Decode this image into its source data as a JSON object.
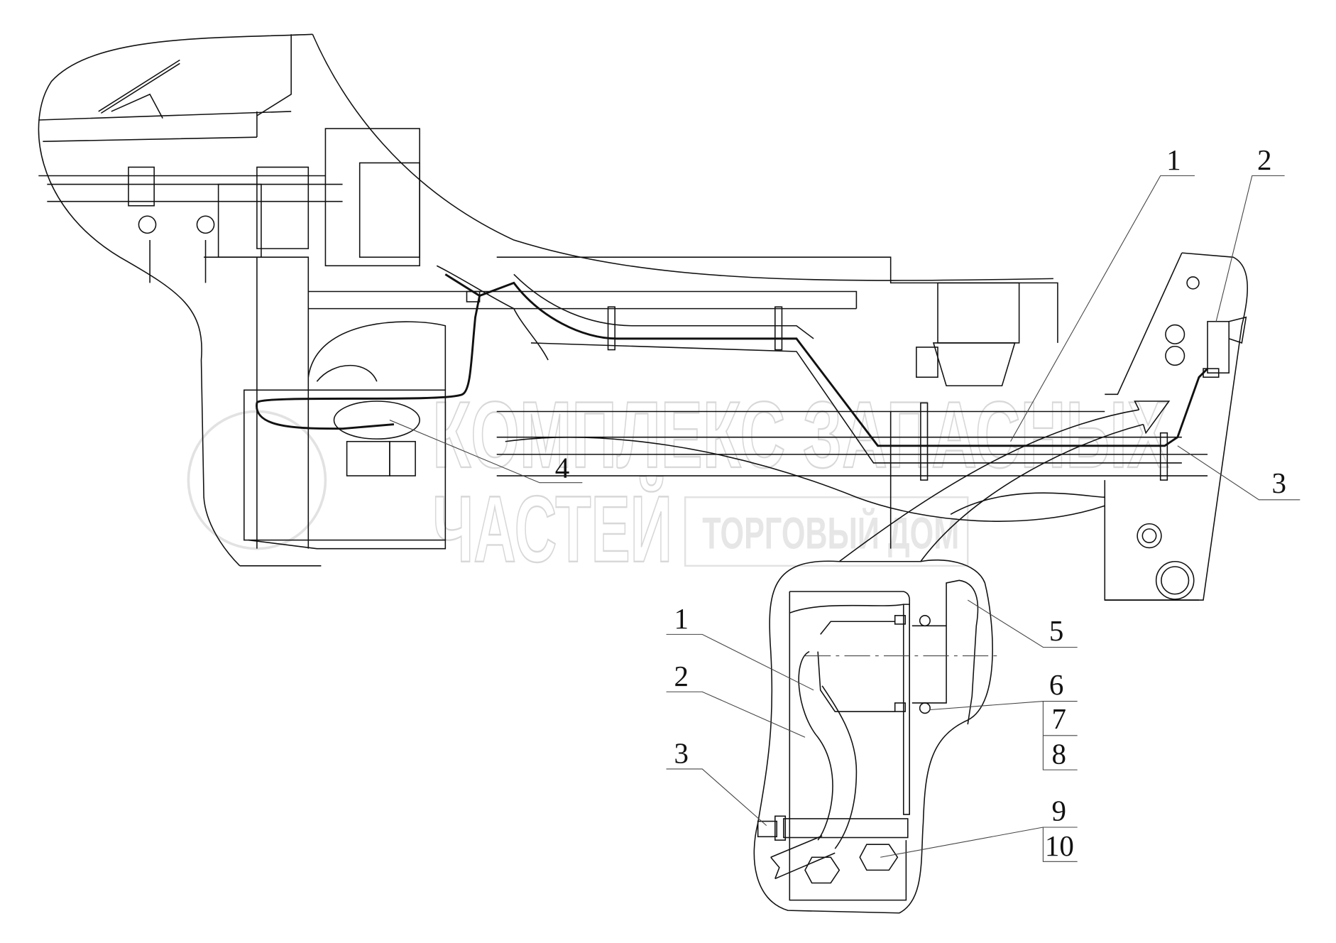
{
  "diagram": {
    "main_callouts": [
      "1",
      "2",
      "3",
      "4"
    ],
    "inset_callouts": [
      "1",
      "2",
      "3",
      "5",
      "6",
      "7",
      "8",
      "9",
      "10"
    ],
    "watermark": {
      "line1": "КОМПЛЕКС ЗАПАСНЫХ",
      "line2": "ЧАСТЕЙ",
      "line3": "ТОРГОВЫЙ ДОМ"
    }
  }
}
